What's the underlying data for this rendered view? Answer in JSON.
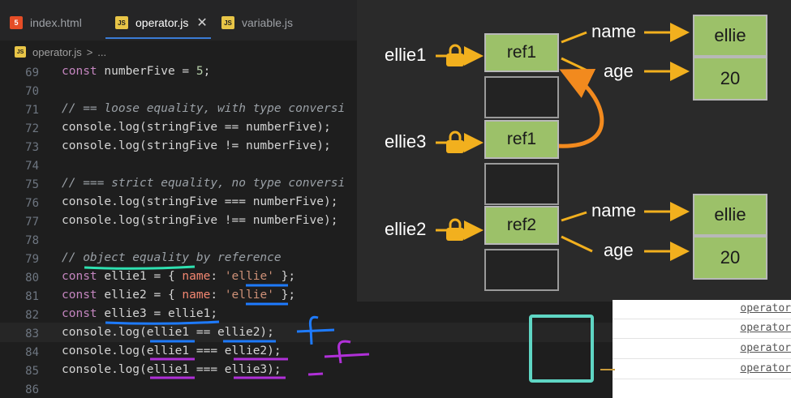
{
  "tabs": [
    {
      "label": "index.html",
      "icon": "html-file-icon",
      "active": false
    },
    {
      "label": "operator.js",
      "icon": "js-file-icon",
      "active": true
    },
    {
      "label": "variable.js",
      "icon": "js-file-icon",
      "active": false
    }
  ],
  "tab_close": "✕",
  "breadcrumb": {
    "file": "operator.js",
    "separator": ">",
    "more": "..."
  },
  "lines": [
    {
      "n": "69",
      "text": "const numberFive = 5;"
    },
    {
      "n": "70",
      "text": ""
    },
    {
      "n": "71",
      "text": "// == loose equality, with type conversi"
    },
    {
      "n": "72",
      "text": "console.log(stringFive == numberFive);"
    },
    {
      "n": "73",
      "text": "console.log(stringFive != numberFive);"
    },
    {
      "n": "74",
      "text": ""
    },
    {
      "n": "75",
      "text": "// === strict equality, no type conversi"
    },
    {
      "n": "76",
      "text": "console.log(stringFive === numberFive);"
    },
    {
      "n": "77",
      "text": "console.log(stringFive !== numberFive);"
    },
    {
      "n": "78",
      "text": ""
    },
    {
      "n": "79",
      "text": "// object equality by reference"
    },
    {
      "n": "80",
      "text": "const ellie1 = { name: 'ellie' };"
    },
    {
      "n": "81",
      "text": "const ellie2 = { name: 'ellie' };"
    },
    {
      "n": "82",
      "text": "const ellie3 = ellie1;"
    },
    {
      "n": "83",
      "text": "console.log(ellie1 == ellie2);"
    },
    {
      "n": "84",
      "text": "console.log(ellie1 === ellie2);"
    },
    {
      "n": "85",
      "text": "console.log(ellie1 === ellie3);"
    },
    {
      "n": "86",
      "text": ""
    }
  ],
  "diagram": {
    "vars": [
      "ellie1",
      "ellie3",
      "ellie2"
    ],
    "refs": [
      "ref1",
      "ref1",
      "ref2"
    ],
    "obj1": {
      "name_label": "name",
      "age_label": "age",
      "name_value": "ellie",
      "age_value": "20"
    },
    "obj2": {
      "name_label": "name",
      "age_label": "age",
      "name_value": "ellie",
      "age_value": "20"
    },
    "arrow_color": "#f2b01e",
    "box_color": "#9cc169",
    "curve_color": "#f28a1e"
  },
  "console": {
    "links": [
      "operator",
      "operator",
      "operator",
      "operator"
    ]
  },
  "colors": {
    "highlight_teal": "#5fd6c4",
    "underline_blue": "#1e7bff",
    "underline_purple": "#b030d8"
  }
}
